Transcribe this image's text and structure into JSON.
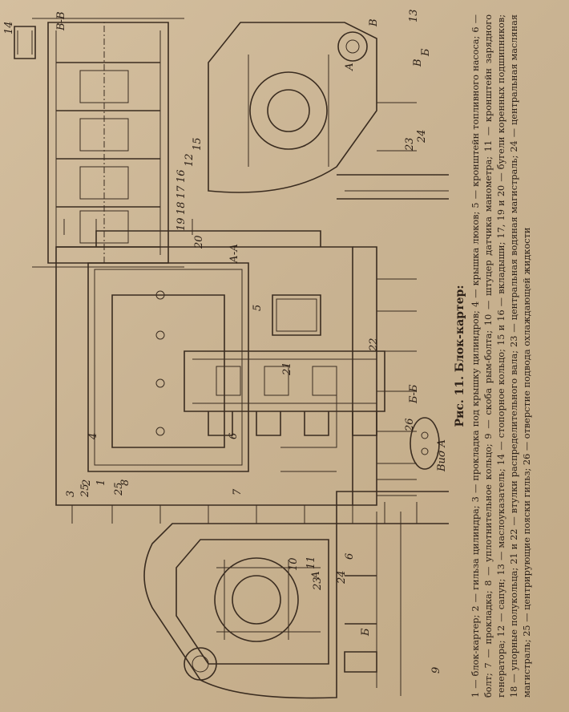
{
  "figure": {
    "title": "Рис. 11. Блок-картер:",
    "caption": "1 — блок-картер; 2 — гильза цилиндра; 3 — прокладка под крышку цилиндров; 4 — крышка люков; 5 — кронштейн топливного насоса; 6 — болт; 7 — прокладка; 8 — уплотнительное кольцо; 9 — скоба рым-болта; 10 — штуцер датчика манометра; 11 — кронштейн зарядного генератора; 12 — сапун; 13 — маслоуказатель; 14 — стопорное кольцо; 15 и 16 — вкладыши; 17, 19 и 20 — бугели коренных подшипников; 18 — упорные полукольца; 21 и 22 — втулки распределительного вала; 23 — центральная водяная магистраль; 24 — центральная масляная магистраль; 25 — центрирующие пояски гильз; 26 — отверстие подвода охлаждающей жидкости"
  },
  "sections": {
    "aa": "А-А",
    "bb": "Б-Б",
    "vv": "В-В",
    "vid": "Вид А"
  },
  "labels": {
    "l1": "1",
    "l2": "2",
    "l3": "3",
    "l4": "4",
    "l5": "5",
    "l6": "6",
    "l7": "7",
    "l8": "8",
    "l9": "9",
    "l10": "10",
    "l11": "11",
    "l12": "12",
    "l13": "13",
    "l14": "14",
    "l15": "15",
    "l16": "16",
    "l17": "17",
    "l18": "18",
    "l19": "19",
    "l20": "20",
    "l21": "21",
    "l22": "22",
    "l23": "23",
    "l24": "24",
    "l25": "25",
    "l25b": "25",
    "l26": "26",
    "l23b": "23",
    "l24b": "24",
    "la": "А",
    "lab": "А",
    "lb": "Б",
    "lbb": "Б",
    "lv": "В",
    "lvb": "В"
  }
}
